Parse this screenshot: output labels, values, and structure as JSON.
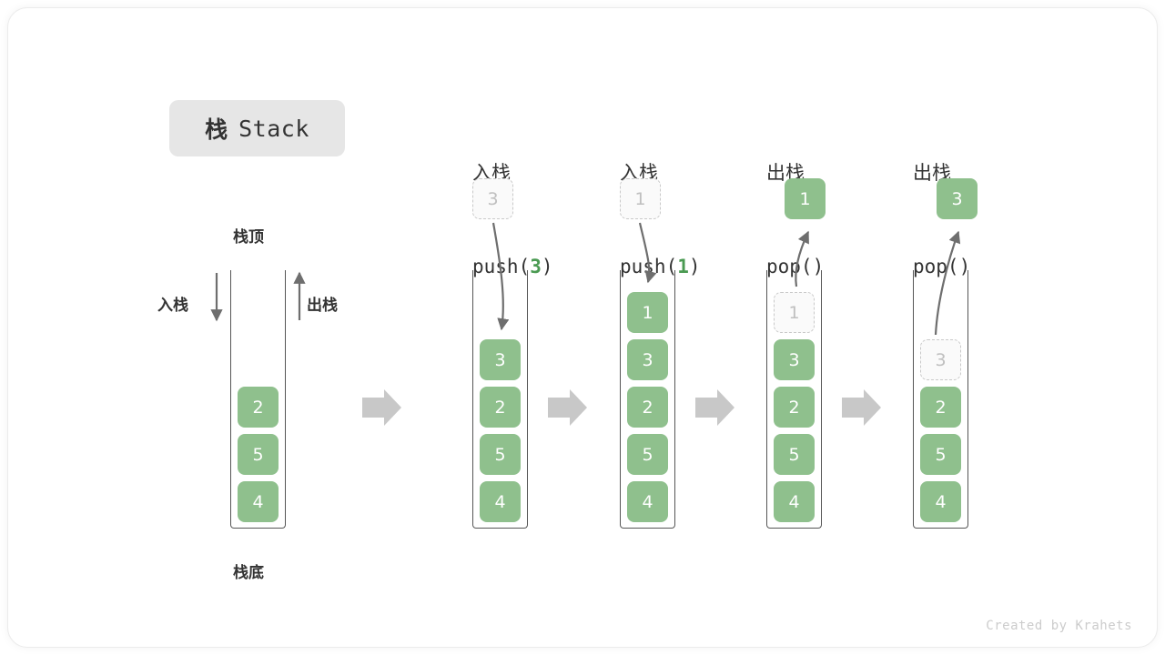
{
  "title": {
    "cn": "栈",
    "en": "Stack"
  },
  "labels": {
    "top": "栈顶",
    "bottom": "栈底",
    "push_side": "入栈",
    "pop_side": "出栈"
  },
  "footer": "Created by Krahets",
  "colors": {
    "cell_fill": "#8fc08d",
    "cell_text": "#ffffff",
    "ghost_fill": "#fafafa",
    "ghost_border": "#c9c9c9",
    "ghost_text": "#bfbfbf",
    "tube_stroke": "#555555",
    "arrow_gray": "#6e6e6e",
    "flow_arrow": "#c8c8c8",
    "accent_green": "#4a9a52",
    "title_chip_bg": "#e6e6e6"
  },
  "columns": [
    {
      "id": "initial",
      "head_cn": "",
      "head_code": "",
      "head_arg": "",
      "cells": [
        {
          "value": "2",
          "state": "solid"
        },
        {
          "value": "5",
          "state": "solid"
        },
        {
          "value": "4",
          "state": "solid"
        }
      ],
      "floating": null
    },
    {
      "id": "push-3",
      "head_cn": "入栈",
      "head_code_pre": "push(",
      "head_arg": "3",
      "head_code_post": ")",
      "cells": [
        {
          "value": "3",
          "state": "solid"
        },
        {
          "value": "2",
          "state": "solid"
        },
        {
          "value": "5",
          "state": "solid"
        },
        {
          "value": "4",
          "state": "solid"
        }
      ],
      "floating": {
        "value": "3",
        "state": "ghost",
        "direction": "in"
      }
    },
    {
      "id": "push-1",
      "head_cn": "入栈",
      "head_code_pre": "push(",
      "head_arg": "1",
      "head_code_post": ")",
      "cells": [
        {
          "value": "1",
          "state": "solid"
        },
        {
          "value": "3",
          "state": "solid"
        },
        {
          "value": "2",
          "state": "solid"
        },
        {
          "value": "5",
          "state": "solid"
        },
        {
          "value": "4",
          "state": "solid"
        }
      ],
      "floating": {
        "value": "1",
        "state": "ghost",
        "direction": "in"
      }
    },
    {
      "id": "pop-1",
      "head_cn": "出栈",
      "head_code_pre": "pop(",
      "head_arg": "",
      "head_code_post": ")",
      "cells": [
        {
          "value": "1",
          "state": "ghost"
        },
        {
          "value": "3",
          "state": "solid"
        },
        {
          "value": "2",
          "state": "solid"
        },
        {
          "value": "5",
          "state": "solid"
        },
        {
          "value": "4",
          "state": "solid"
        }
      ],
      "floating": {
        "value": "1",
        "state": "solid",
        "direction": "out"
      }
    },
    {
      "id": "pop-2",
      "head_cn": "出栈",
      "head_code_pre": "pop(",
      "head_arg": "",
      "head_code_post": ")",
      "cells": [
        {
          "value": "3",
          "state": "ghost"
        },
        {
          "value": "2",
          "state": "solid"
        },
        {
          "value": "5",
          "state": "solid"
        },
        {
          "value": "4",
          "state": "solid"
        }
      ],
      "floating": {
        "value": "3",
        "state": "solid",
        "direction": "out"
      }
    }
  ],
  "flow_arrows": 4
}
